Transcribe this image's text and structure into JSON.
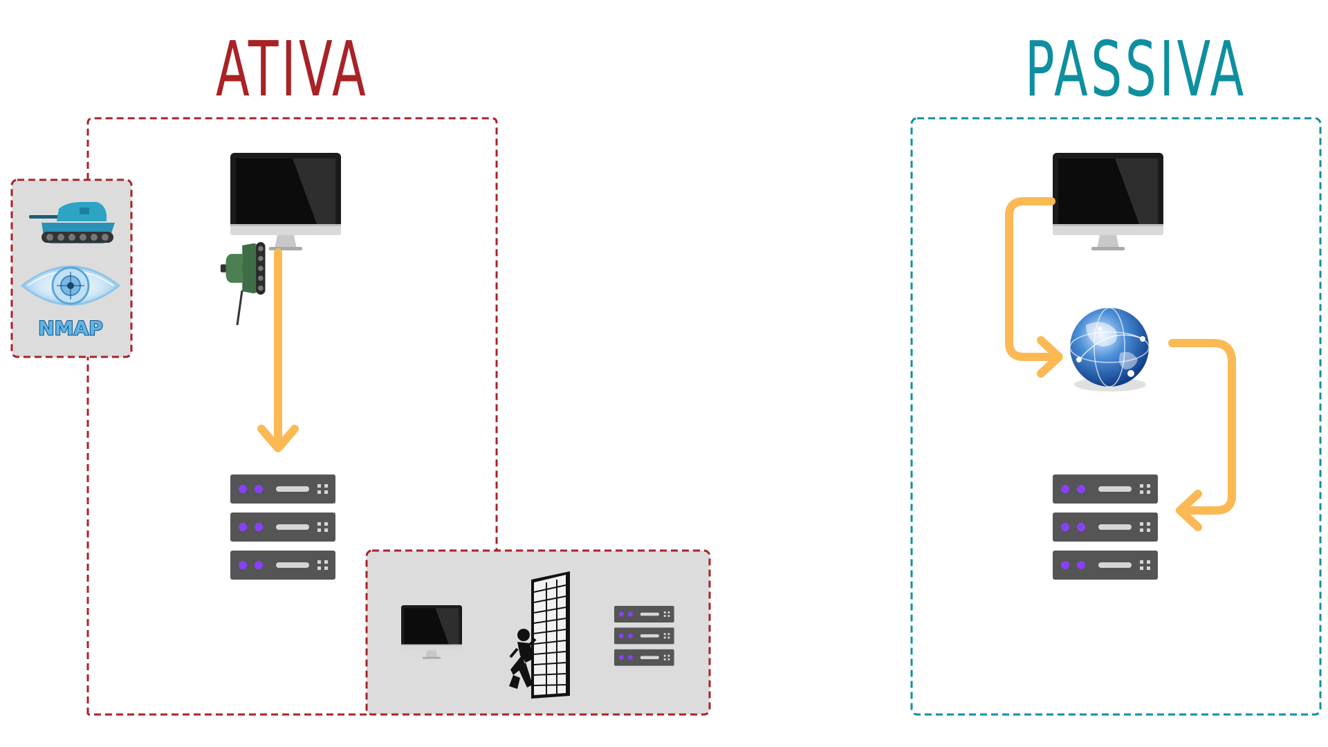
{
  "sections": {
    "active": {
      "title": "ATIVA",
      "color": "#a82226"
    },
    "passive": {
      "title": "PASSIVA",
      "color": "#0e8fa0"
    }
  },
  "tools_box": {
    "logo_text": "NMAP",
    "icons": [
      "tank-icon",
      "nmap-eye-logo"
    ]
  },
  "blocked_box": {
    "icons": [
      "monitor-icon",
      "firewall-wall-icon",
      "server-icon"
    ]
  },
  "colors": {
    "arrow": "#fbb954",
    "box_fill": "#dcdcdc",
    "server_body": "#555555",
    "server_led": "#8a3ffc",
    "globe": "#2a6fc0"
  }
}
